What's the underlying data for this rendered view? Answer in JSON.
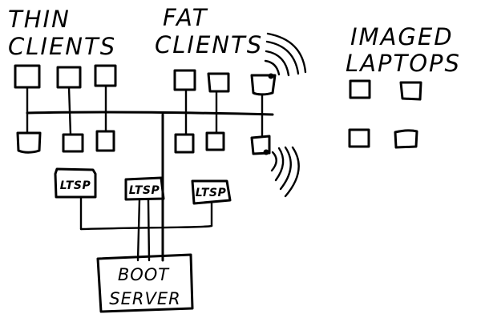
{
  "groups": {
    "thin_clients": {
      "line1": "THIN",
      "line2": "CLIENTS"
    },
    "fat_clients": {
      "line1": "FAT",
      "line2": "CLIENTS"
    },
    "imaged_laptops": {
      "line1": "IMAGED",
      "line2": "LAPTOPS"
    }
  },
  "ltsp_servers": [
    "LTSP",
    "LTSP",
    "LTSP"
  ],
  "boot_server": {
    "line1": "BOOT",
    "line2": "SERVER"
  },
  "colors": {
    "ink": "#000000",
    "paper": "#ffffff"
  }
}
